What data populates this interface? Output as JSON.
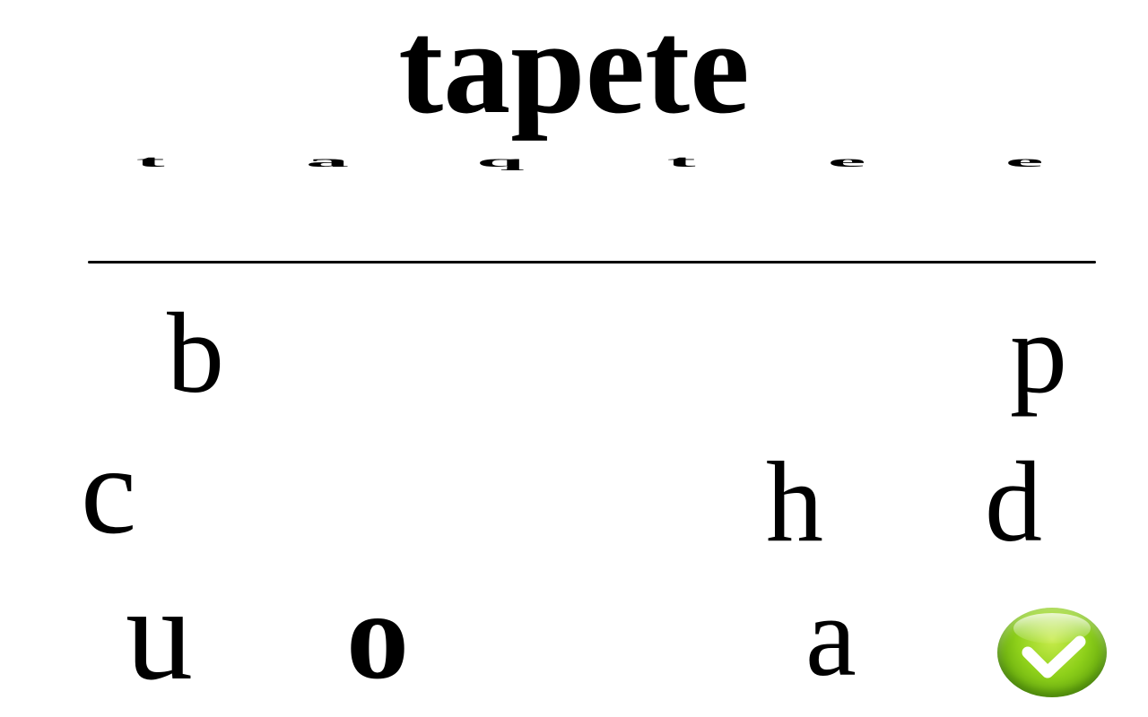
{
  "word": {
    "text": "tapete"
  },
  "slots": [
    {
      "letter": "t"
    },
    {
      "letter": "a"
    },
    {
      "letter": "q"
    },
    {
      "letter": "t"
    },
    {
      "letter": "e"
    },
    {
      "letter": "e"
    }
  ],
  "tiles": [
    {
      "letter": "b"
    },
    {
      "letter": "p"
    },
    {
      "letter": "c"
    },
    {
      "letter": "h"
    },
    {
      "letter": "d"
    },
    {
      "letter": "u"
    },
    {
      "letter": "o"
    },
    {
      "letter": "a"
    }
  ],
  "check_button": {
    "icon": "checkmark-icon",
    "color": "#8ed01a"
  }
}
